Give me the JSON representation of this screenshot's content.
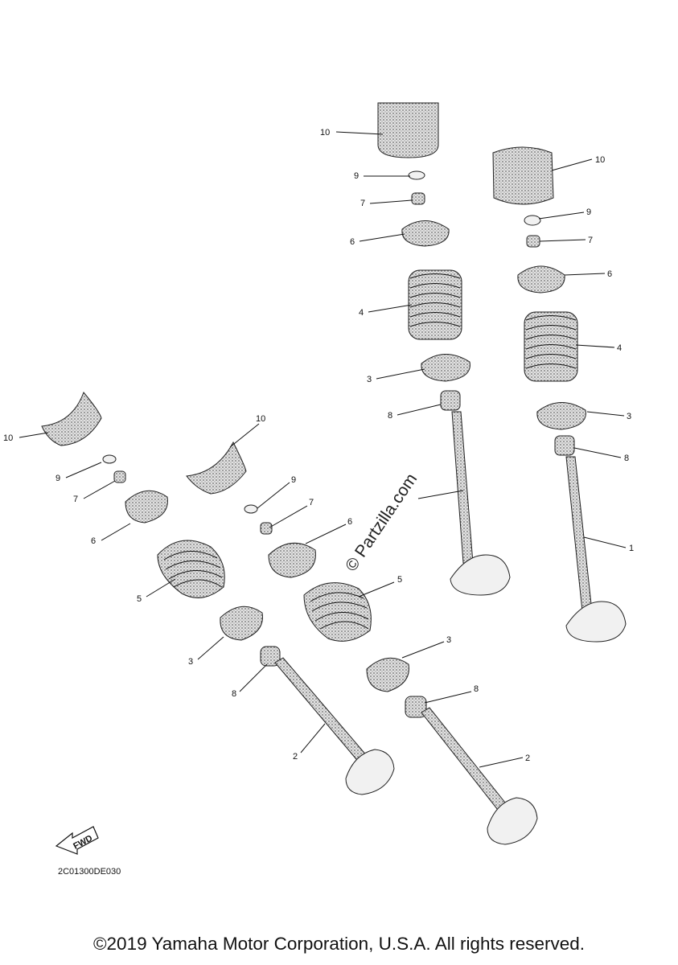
{
  "diagram": {
    "code": "2C01300DE030",
    "watermark": "© Partzilla.com",
    "fwd_label": "FWD",
    "copyright": "©2019 Yamaha Motor Corporation, U.S.A. All rights reserved."
  },
  "callouts": [
    {
      "id": "a10",
      "text": "10"
    },
    {
      "id": "a9",
      "text": "9"
    },
    {
      "id": "a7",
      "text": "7"
    },
    {
      "id": "a6",
      "text": "6"
    },
    {
      "id": "a4",
      "text": "4"
    },
    {
      "id": "a3",
      "text": "3"
    },
    {
      "id": "a8",
      "text": "8"
    },
    {
      "id": "b10",
      "text": "10"
    },
    {
      "id": "b9",
      "text": "9"
    },
    {
      "id": "b7",
      "text": "7"
    },
    {
      "id": "b6",
      "text": "6"
    },
    {
      "id": "b4",
      "text": "4"
    },
    {
      "id": "b3",
      "text": "3"
    },
    {
      "id": "b8",
      "text": "8"
    },
    {
      "id": "b1",
      "text": "1"
    },
    {
      "id": "c10",
      "text": "10"
    },
    {
      "id": "c9",
      "text": "9"
    },
    {
      "id": "c7",
      "text": "7"
    },
    {
      "id": "c6",
      "text": "6"
    },
    {
      "id": "c5",
      "text": "5"
    },
    {
      "id": "c3",
      "text": "3"
    },
    {
      "id": "c8",
      "text": "8"
    },
    {
      "id": "c2",
      "text": "2"
    },
    {
      "id": "d10",
      "text": "10"
    },
    {
      "id": "d9",
      "text": "9"
    },
    {
      "id": "d7",
      "text": "7"
    },
    {
      "id": "d6",
      "text": "6"
    },
    {
      "id": "d5",
      "text": "5"
    },
    {
      "id": "d3",
      "text": "3"
    },
    {
      "id": "d8",
      "text": "8"
    },
    {
      "id": "d2",
      "text": "2"
    }
  ]
}
